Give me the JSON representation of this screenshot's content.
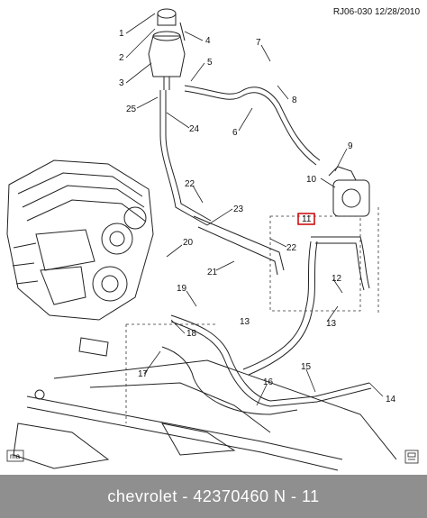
{
  "diagram": {
    "reference": "RJ06-030  12/28/2010",
    "callouts": [
      "1",
      "2",
      "3",
      "4",
      "5",
      "6",
      "7",
      "8",
      "9",
      "10",
      "11",
      "12",
      "13",
      "13",
      "14",
      "15",
      "16",
      "17",
      "18",
      "19",
      "20",
      "21",
      "22",
      "22",
      "23",
      "24",
      "25"
    ],
    "highlighted_callout": "11",
    "corner_mark_left": "ma",
    "accent_color": "#cc0000"
  },
  "caption": {
    "text": "chevrolet - 42370460     N - 11"
  }
}
